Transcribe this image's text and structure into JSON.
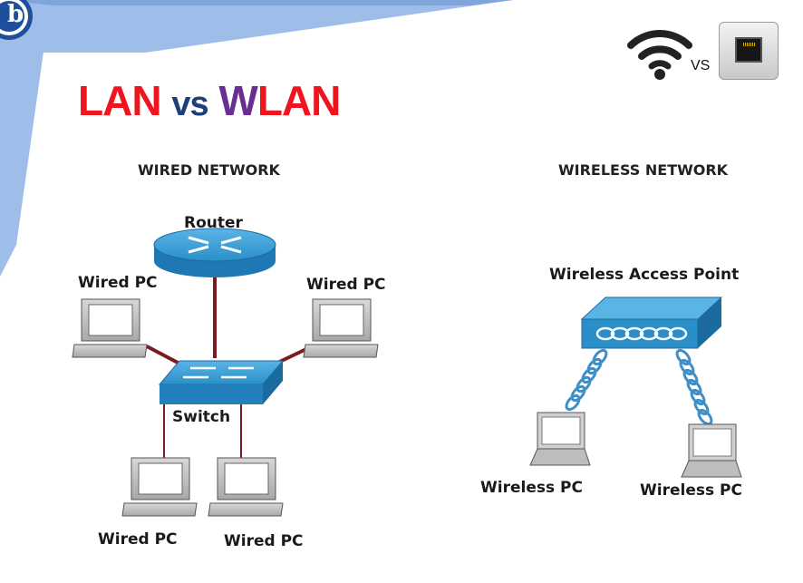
{
  "title": {
    "part1": "LAN",
    "part2": "vs",
    "part3": "WLAN"
  },
  "header": {
    "vs_label": "VS",
    "logo_letter": "b"
  },
  "wired": {
    "heading": "WIRED NETWORK",
    "router_label": "Router",
    "switch_label": "Switch",
    "pc_left": "Wired PC",
    "pc_right": "Wired PC",
    "pc_bottom_left": "Wired PC",
    "pc_bottom_right": "Wired PC"
  },
  "wireless": {
    "heading": "WIRELESS NETWORK",
    "ap_label": "Wireless Access Point",
    "pc_left": "Wireless PC",
    "pc_right": "Wireless PC"
  },
  "colors": {
    "lan_red": "#f0141e",
    "vs_navy": "#1f3f7a",
    "wlan_purple": "#6a2d91",
    "device_blue": "#2a8fc8",
    "cable_red": "#7a1b23",
    "banner_blue": "#8fb3e3"
  },
  "icons": {
    "wifi": "wifi-icon",
    "ethernet": "ethernet-port-icon",
    "logo": "ib-logo-icon"
  }
}
